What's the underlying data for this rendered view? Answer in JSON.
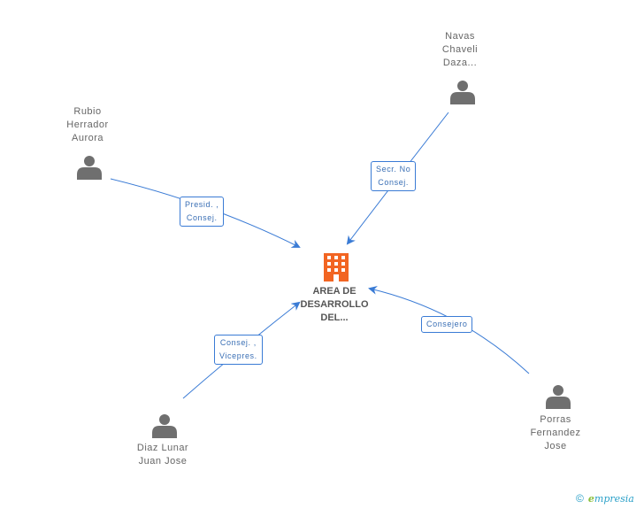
{
  "center": {
    "lines": [
      "AREA DE",
      "DESARROLLO",
      "DEL..."
    ],
    "icon": "building-icon",
    "color": "#f26522"
  },
  "persons": [
    {
      "id": "navas",
      "lines": [
        "Navas",
        "Chaveli",
        "Daza..."
      ],
      "icon": "person-icon"
    },
    {
      "id": "rubio",
      "lines": [
        "Rubio",
        "Herrador",
        "Aurora"
      ],
      "icon": "person-icon"
    },
    {
      "id": "diaz",
      "lines": [
        "Diaz Lunar",
        "Juan Jose"
      ],
      "icon": "person-icon"
    },
    {
      "id": "porras",
      "lines": [
        "Porras",
        "Fernandez",
        "Jose"
      ],
      "icon": "person-icon"
    }
  ],
  "edges": [
    {
      "from": "rubio",
      "role_lines": [
        "Presid. ,",
        "Consej."
      ]
    },
    {
      "from": "navas",
      "role_lines": [
        "Secr. No",
        "Consej."
      ]
    },
    {
      "from": "diaz",
      "role_lines": [
        "Consej. ,",
        "Vicepres."
      ]
    },
    {
      "from": "porras",
      "role_lines": [
        "Consejero"
      ]
    }
  ],
  "colors": {
    "edge": "#3a7bd5",
    "person": "#6f6f6f",
    "text": "#666666"
  },
  "footer": {
    "copyright": "©",
    "brand_initial": "e",
    "brand_rest": "mpresia"
  }
}
